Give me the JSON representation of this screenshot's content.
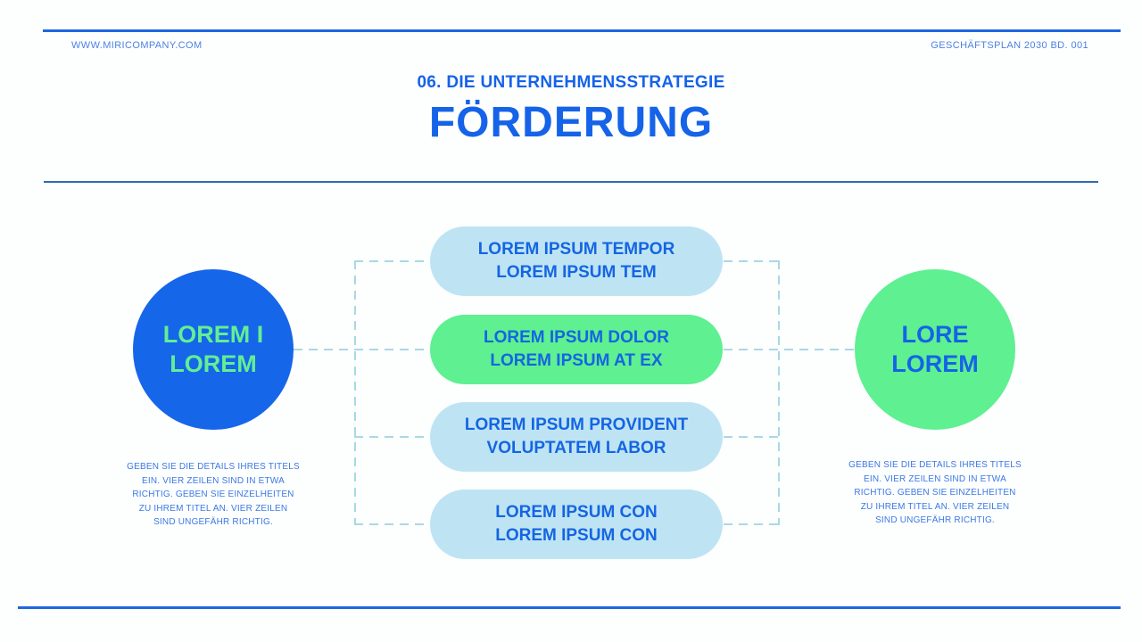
{
  "slide": {
    "header": {
      "website": "WWW.MIRICOMPANY.COM",
      "doc_ref": "GESCHÄFTSPLAN 2030 BD. 001"
    },
    "title": {
      "kicker": "06. DIE UNTERNEHMENSSTRATEGIE",
      "heading": "FÖRDERUNG"
    },
    "circles": {
      "left": {
        "lines": [
          "LOREM I",
          "LOREM"
        ]
      },
      "right": {
        "lines": [
          "LORE",
          "LOREM"
        ]
      }
    },
    "boxes": [
      {
        "variant": "light-blue",
        "lines": [
          "LOREM IPSUM TEMPOR",
          "LOREM IPSUM TEM"
        ]
      },
      {
        "variant": "green",
        "lines": [
          "LOREM IPSUM DOLOR",
          "LOREM IPSUM AT EX"
        ]
      },
      {
        "variant": "light-blue",
        "lines": [
          "LOREM IPSUM PROVIDENT",
          "VOLUPTATEM LABOR"
        ]
      },
      {
        "variant": "light-blue",
        "lines": [
          "LOREM IPSUM CON",
          "LOREM IPSUM CON"
        ]
      }
    ],
    "notes": {
      "left": {
        "lines": [
          "GEBEN SIE DIE DETAILS IHRES TITELS",
          "EIN. VIER ZEILEN SIND IN ETWA",
          "RICHTIG. GEBEN SIE EINZELHEITEN",
          "ZU IHREM TITEL AN. VIER ZEILEN",
          "SIND UNGEFÄHR RICHTIG."
        ]
      },
      "right": {
        "lines": [
          "GEBEN SIE DIE DETAILS IHRES TITELS",
          "EIN. VIER ZEILEN SIND IN ETWA",
          "RICHTIG. GEBEN SIE EINZELHEITEN",
          "ZU IHREM TITEL AN. VIER ZEILEN",
          "SIND UNGEFÄHR RICHTIG."
        ]
      }
    },
    "colors": {
      "primary_blue": "#1563e8",
      "accent_green": "#5ef091",
      "light_blue_fill": "#bee4f4",
      "dash_blue": "#a8d9e4",
      "note_text_blue": "#3b79e4",
      "header_text_blue": "#4d82e4",
      "rule_blue": "#1f67e0"
    }
  }
}
